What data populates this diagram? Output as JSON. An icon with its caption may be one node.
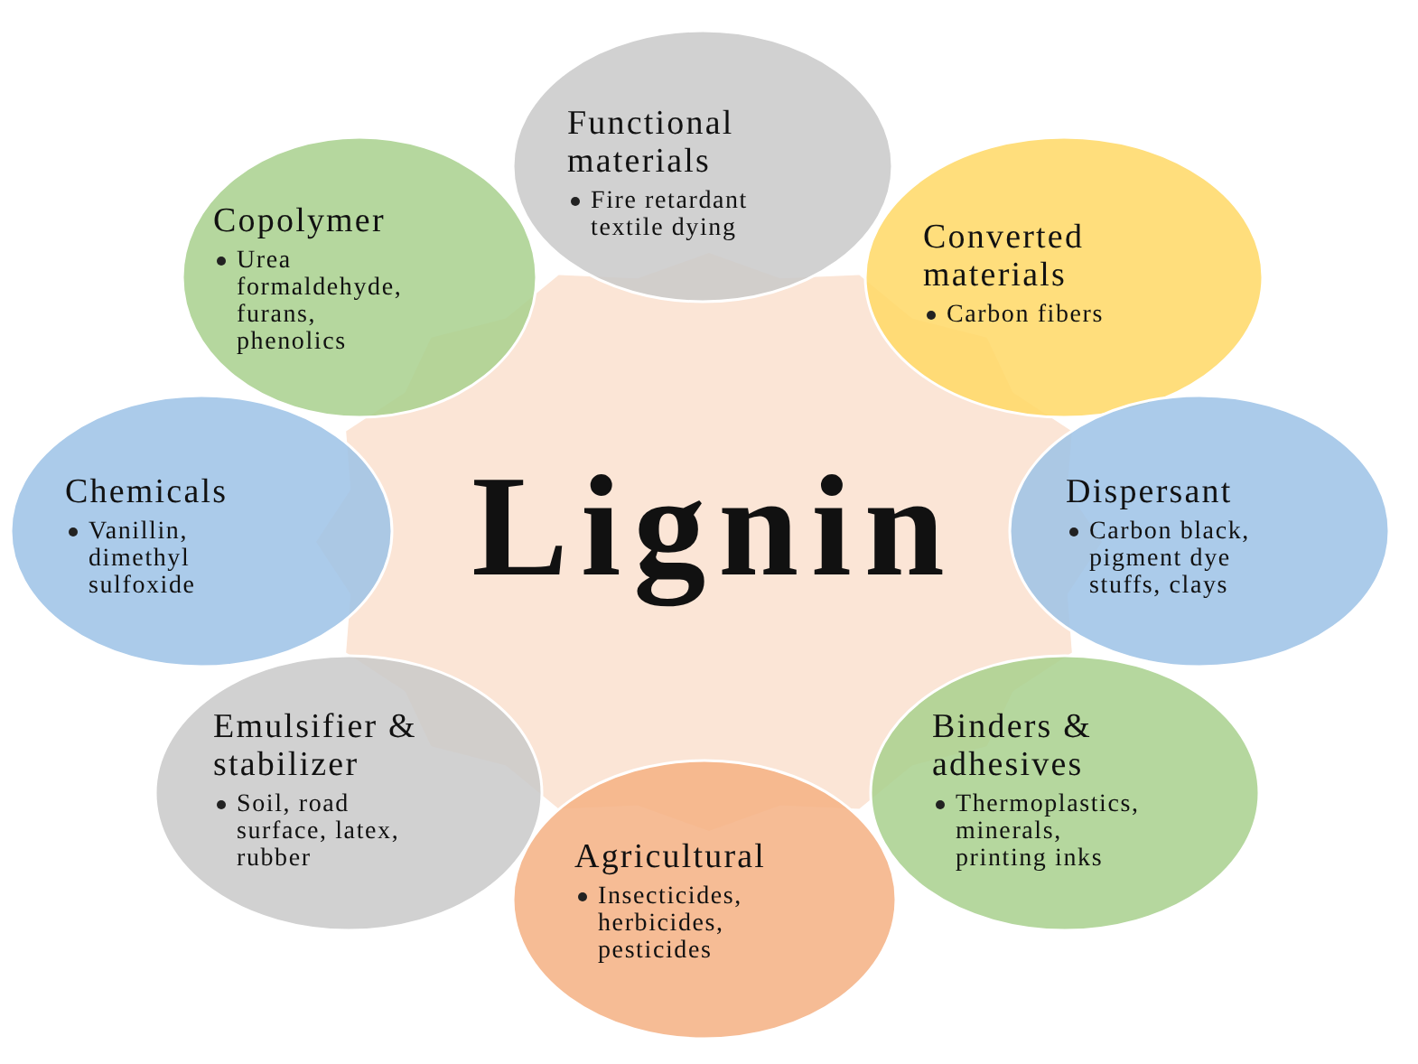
{
  "diagram": {
    "nodes": [
      {
        "text": [
          "Lignin"
        ]
      },
      {
        "text": [
          "Functional materials",
          "Fire retardant textile dying"
        ]
      },
      {
        "text": [
          "Converted materials",
          "Carbon fibers"
        ]
      },
      {
        "text": [
          "Dispersant",
          "Carbon black, pigment dye stuffs, clays"
        ]
      },
      {
        "text": [
          "Binders & adhesives",
          "Thermoplastics, minerals, printing inks"
        ]
      },
      {
        "text": [
          "Agricultural",
          "Insecticides, herbicides, pesticides"
        ]
      },
      {
        "text": [
          "Emulsifier & stabilizer",
          "Soil, road surface, latex, rubber"
        ]
      },
      {
        "text": [
          "Chemicals",
          "Vanillin, dimethyl sulfoxide"
        ]
      },
      {
        "text": [
          "Copolymer",
          "Urea formaldehyde, furans, phenolics"
        ]
      }
    ]
  }
}
